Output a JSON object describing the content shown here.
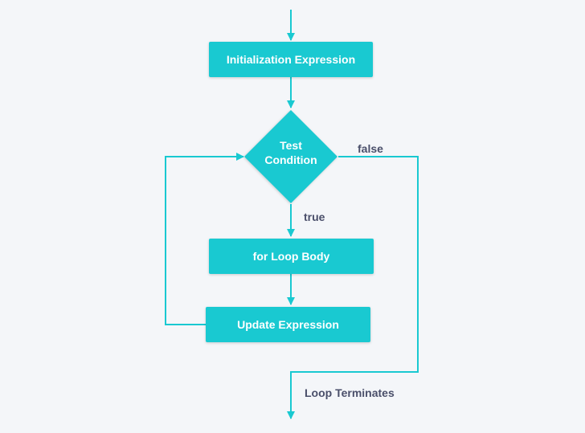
{
  "nodes": {
    "init": "Initialization Expression",
    "test_line1": "Test",
    "test_line2": "Condition",
    "body": "for Loop Body",
    "update": "Update Expression"
  },
  "labels": {
    "true": "true",
    "false": "false",
    "terminates": "Loop Terminates"
  },
  "colors": {
    "node_fill": "#19c9d1",
    "arrow": "#19c9d1",
    "label_text": "#4a4f6a",
    "background": "#f4f6f9"
  }
}
